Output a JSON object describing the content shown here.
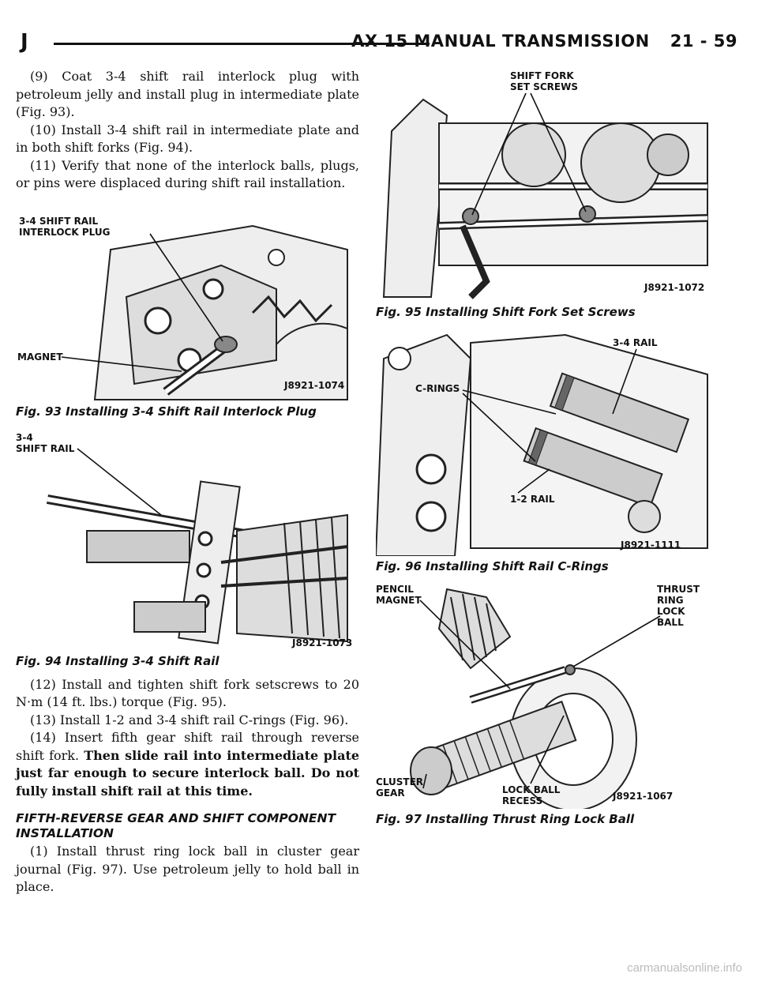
{
  "header": {
    "left": "J",
    "title": "AX 15 MANUAL TRANSMISSION",
    "page": "21 - 59"
  },
  "left": {
    "para9": "(9) Coat 3-4 shift rail interlock plug with petroleum jelly and install plug in intermediate plate (Fig. 93).",
    "para10": "(10) Install 3-4 shift rail in intermediate plate and in both shift forks (Fig. 94).",
    "para11": "(11) Verify that none of the interlock balls, plugs, or pins were displaced during shift rail installation.",
    "fig93": {
      "label1a": "3-4 SHIFT RAIL",
      "label1b": "INTERLOCK PLUG",
      "label2": "MAGNET",
      "code": "J8921-1074",
      "caption": "Fig. 93 Installing 3-4 Shift Rail Interlock Plug"
    },
    "fig94": {
      "label1a": "3-4",
      "label1b": "SHIFT RAIL",
      "code": "J8921-1073",
      "caption": "Fig. 94 Installing 3-4 Shift Rail"
    },
    "para12": "(12) Install and tighten shift fork setscrews to 20 N·m (14 ft. lbs.) torque (Fig. 95).",
    "para13": "(13) Install 1-2 and 3-4 shift rail C-rings (Fig. 96).",
    "para14_plain": "(14) Insert fifth gear shift rail through reverse shift fork. ",
    "para14_bold": "Then slide rail into intermediate plate just far enough to secure interlock ball. Do not fully install shift rail at this time.",
    "section_title": "FIFTH-REVERSE GEAR AND SHIFT COMPONENT INSTALLATION",
    "para_s1": "(1) Install thrust ring lock ball in cluster gear journal (Fig. 97). Use petroleum jelly to hold ball in place."
  },
  "right": {
    "fig95": {
      "label1a": "SHIFT FORK",
      "label1b": "SET SCREWS",
      "code": "J8921-1072",
      "caption": "Fig. 95 Installing Shift Fork Set Screws"
    },
    "fig96": {
      "label1": "3-4 RAIL",
      "label2": "C-RINGS",
      "label3": "1-2 RAIL",
      "code": "J8921-1111",
      "caption": "Fig. 96 Installing Shift Rail C-Rings"
    },
    "fig97": {
      "label1a": "PENCIL",
      "label1b": "MAGNET",
      "label2a": "THRUST",
      "label2b": "RING",
      "label2c": "LOCK",
      "label2d": "BALL",
      "label3a": "CLUSTER",
      "label3b": "GEAR",
      "label4a": "LOCK BALL",
      "label4b": "RECESS",
      "code": "J8921-1067",
      "caption": "Fig. 97 Installing Thrust Ring Lock Ball"
    }
  },
  "footer": {
    "watermark": "carmanualsonline.info"
  }
}
